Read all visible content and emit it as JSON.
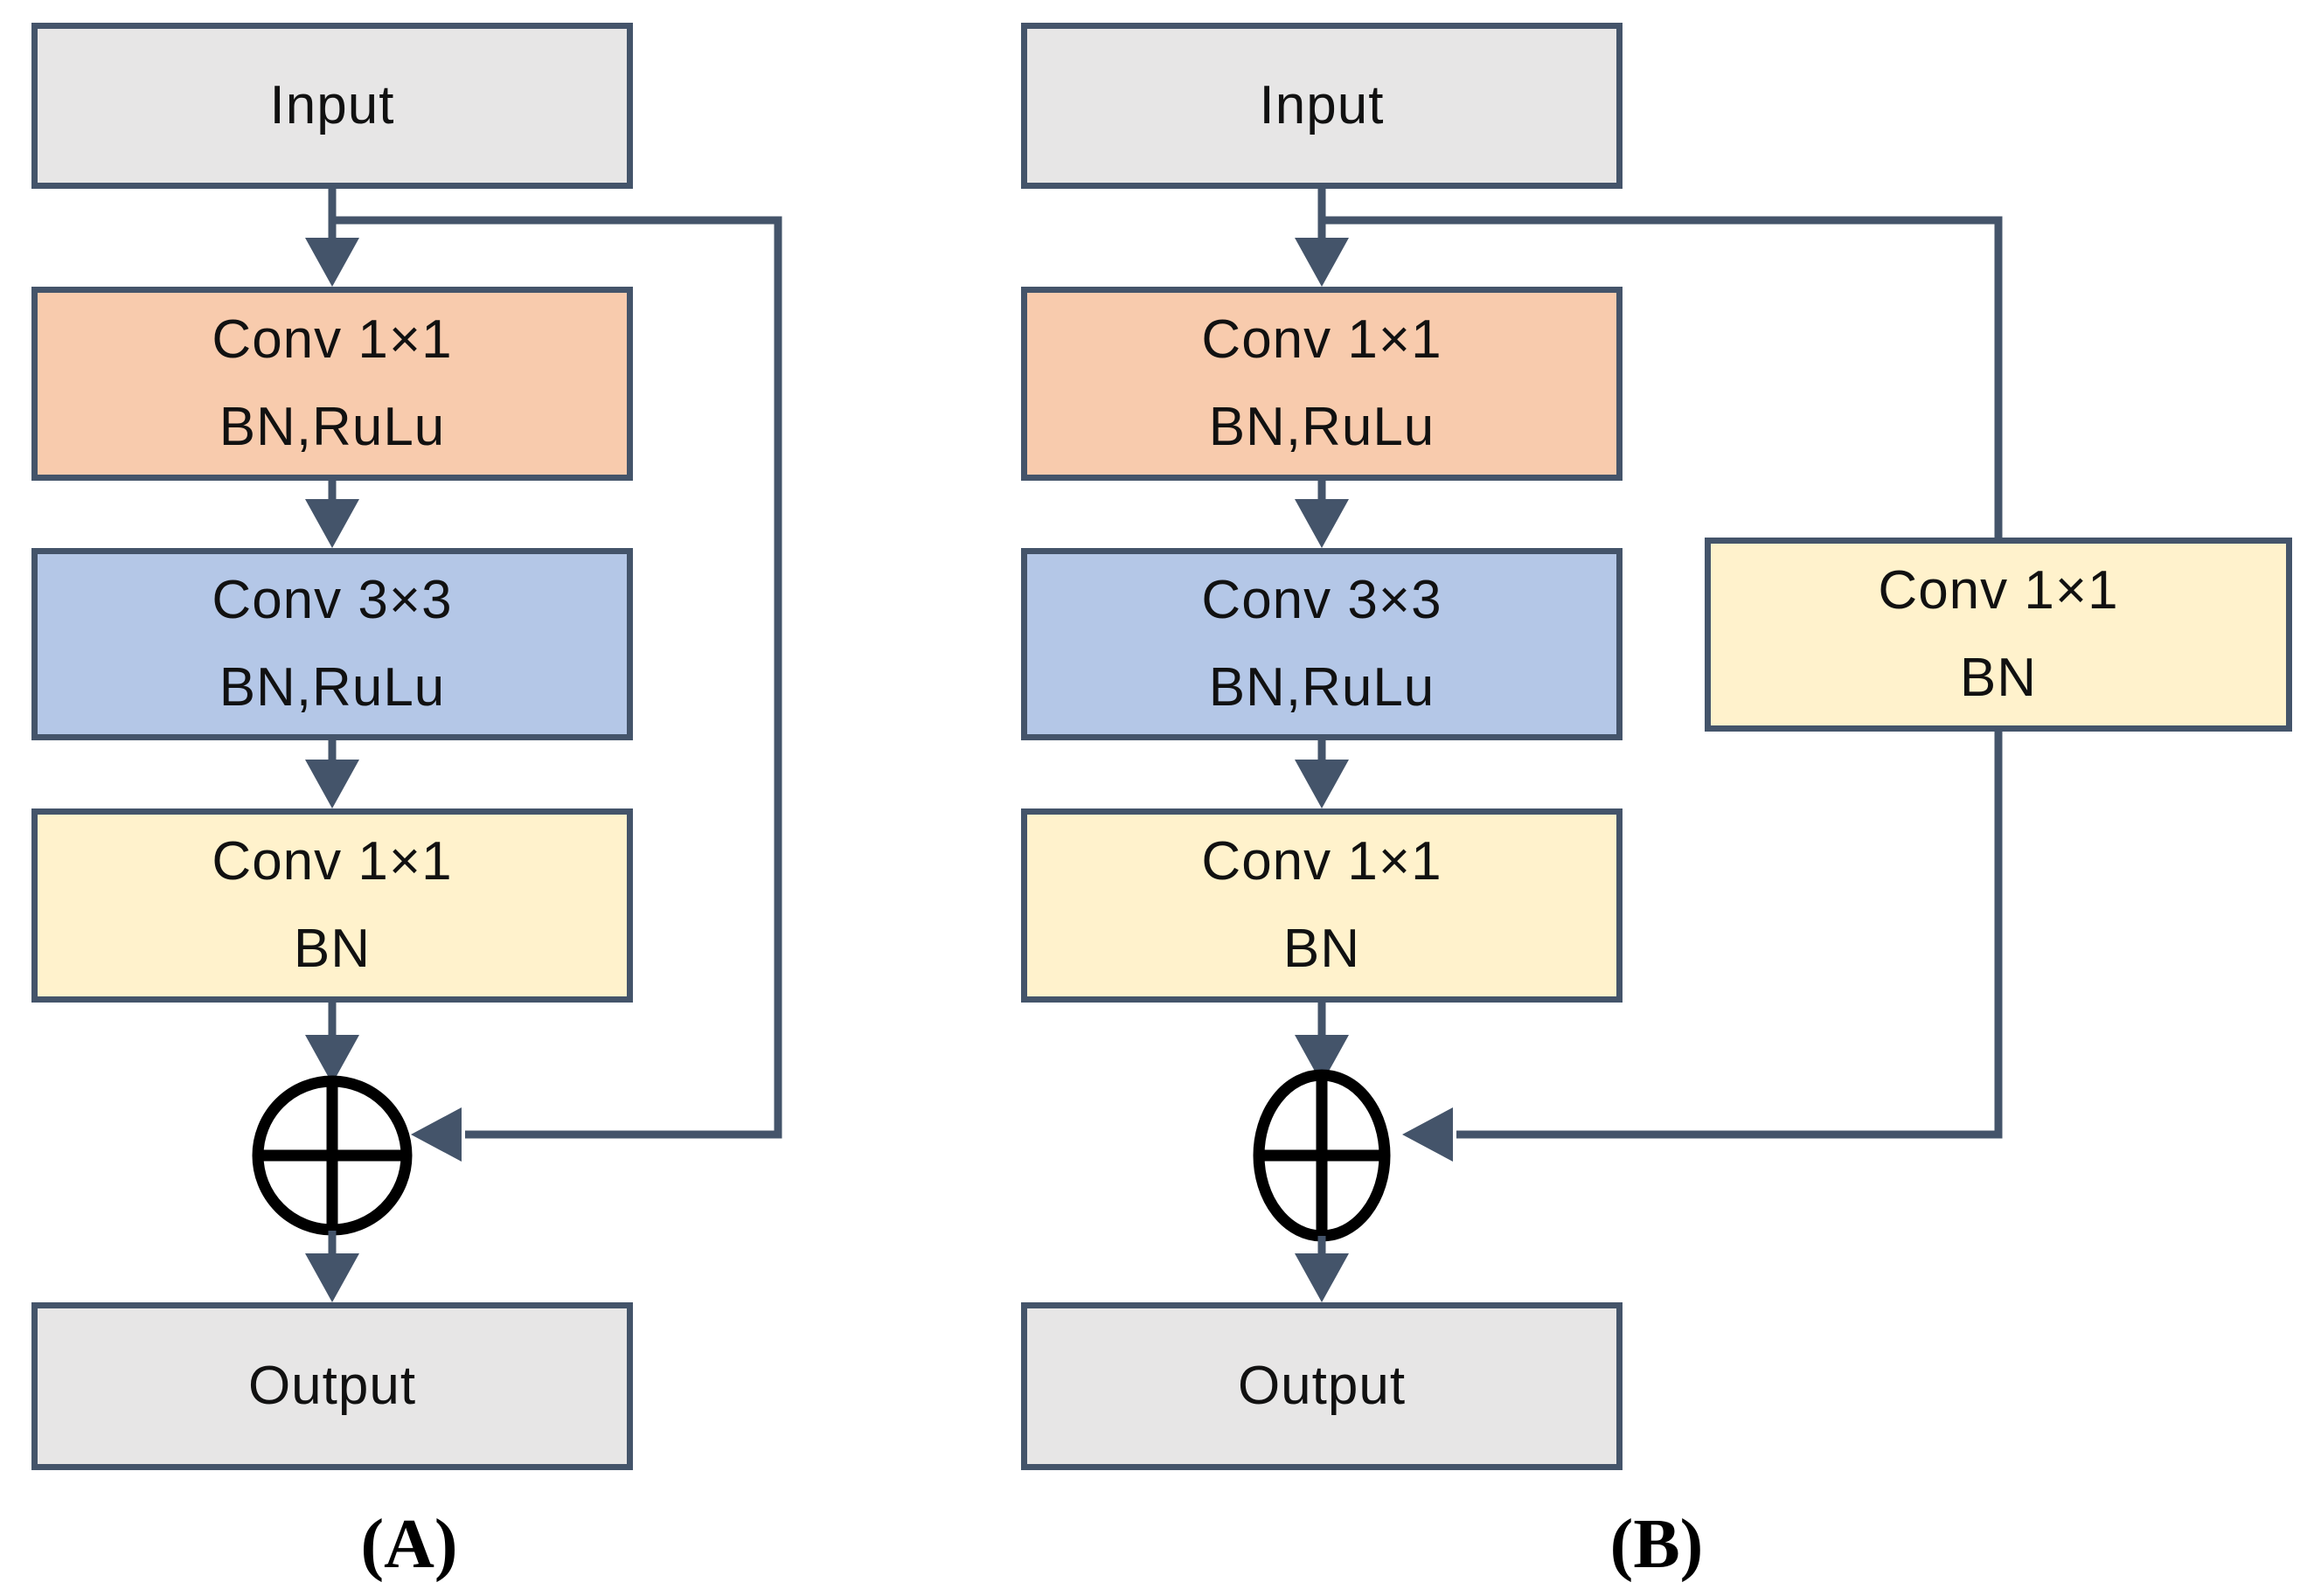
{
  "colors": {
    "c-bg": "#ffffff",
    "c-border": "#44546A",
    "c-line": "#44546A",
    "c-add": "#000000",
    "c-text": "#111111",
    "c-gray": "#E7E6E6",
    "c-orange": "#F8CBAD",
    "c-blue": "#B4C7E7",
    "c-yellow": "#FFF2CC"
  },
  "figure": {
    "panels": [
      {
        "caption": "(A)",
        "input_label": "Input",
        "output_label": "Output",
        "blocks": [
          {
            "l1": "Conv 1×1",
            "l2": "BN,RuLu"
          },
          {
            "l1": "Conv 3×3",
            "l2": "BN,RuLu"
          },
          {
            "l1": "Conv 1×1",
            "l2": "BN"
          }
        ]
      },
      {
        "caption": "(B)",
        "input_label": "Input",
        "output_label": "Output",
        "blocks": [
          {
            "l1": "Conv 1×1",
            "l2": "BN,RuLu"
          },
          {
            "l1": "Conv 3×3",
            "l2": "BN,RuLu"
          },
          {
            "l1": "Conv 1×1",
            "l2": "BN"
          }
        ],
        "shortcut_block": {
          "l1": "Conv 1×1",
          "l2": "BN"
        }
      }
    ]
  }
}
